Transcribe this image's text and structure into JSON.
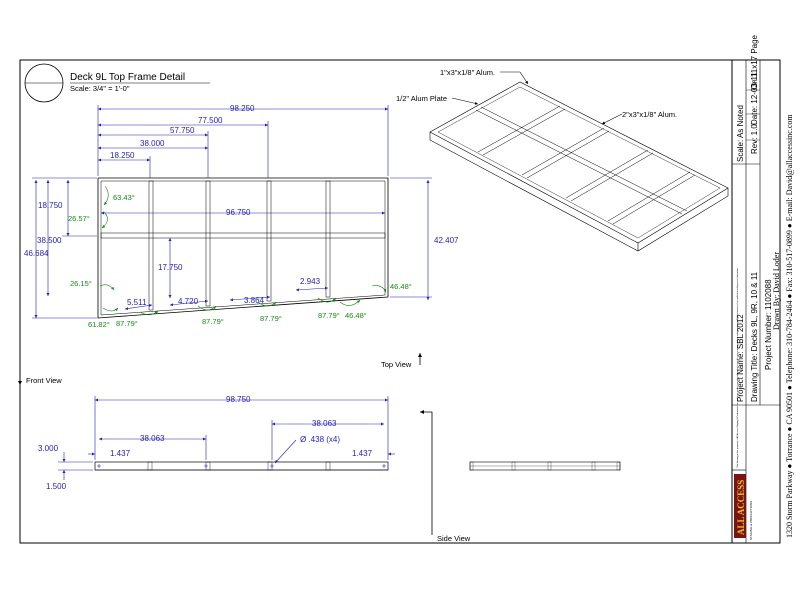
{
  "title": {
    "name": "Deck 9L Top Frame Detail",
    "scale": "Scale: 3/4\" = 1'-0\""
  },
  "top_view": {
    "label": "Top View",
    "dims_horizontal": [
      "98.250",
      "77.500",
      "57.750",
      "38.000",
      "18.250",
      "96.750"
    ],
    "dims_vertical": [
      "18.750",
      "38.500",
      "46.684",
      "17.750",
      "42.407"
    ],
    "dims_bottom": [
      "5.511",
      "4.720",
      "3.864",
      "2.943"
    ],
    "angles": [
      "63.43°",
      "26.57°",
      "26.15°",
      "61.82°",
      "87.79°",
      "87.79°",
      "87.79°",
      "87.79°",
      "46.48°",
      "46.48°"
    ]
  },
  "front_view": {
    "label": "Front View",
    "dims": [
      "98.750",
      "38.063",
      "38.063",
      "1.437",
      "1.437",
      "3.000",
      "1.500"
    ],
    "hole_note": "Ø .438 (x4)"
  },
  "side_view": {
    "label": "Side View"
  },
  "iso_view": {
    "labels": [
      "1\"x3\"x1/8\" Alum.",
      "1/2\" Alum Plate",
      "2\"x3\"x1/8\" Alum."
    ]
  },
  "title_block": {
    "date": "Date: 12-03-11",
    "rev": "Rev: 1.0",
    "scale": "Scale: As Noted",
    "page": "On 11x17 Page",
    "project_name": "Project Name: SBL 2012",
    "drawing_title": "Drawing Title: Decks 9L, 9R, 10 & 11",
    "project_number": "Project Number: 1102088",
    "drawn_by": "Drawn By: David Loder",
    "contact": "1320 Storm Parkway ● Torrance ● CA 90501 ● Telephone: 310-784-2464 ● Fax: 310-517-0899 ● E-mail: David@allaccessinc.com",
    "logo_text": "ALL ACCESS",
    "logo_sub": "STAGING & PRODUCTIONS",
    "disclaimer": "This drawing is the property of All Access Staging & Productions Inc. and may not be reproduced, copied or used in any manner without written consent. All dimensions to be verified in field prior to fabrication."
  },
  "colors": {
    "dimension": "#1f1fbf",
    "angle": "#128c12",
    "line": "#000000",
    "logo_bg": "#7a1414",
    "logo_text": "#e8c020"
  }
}
